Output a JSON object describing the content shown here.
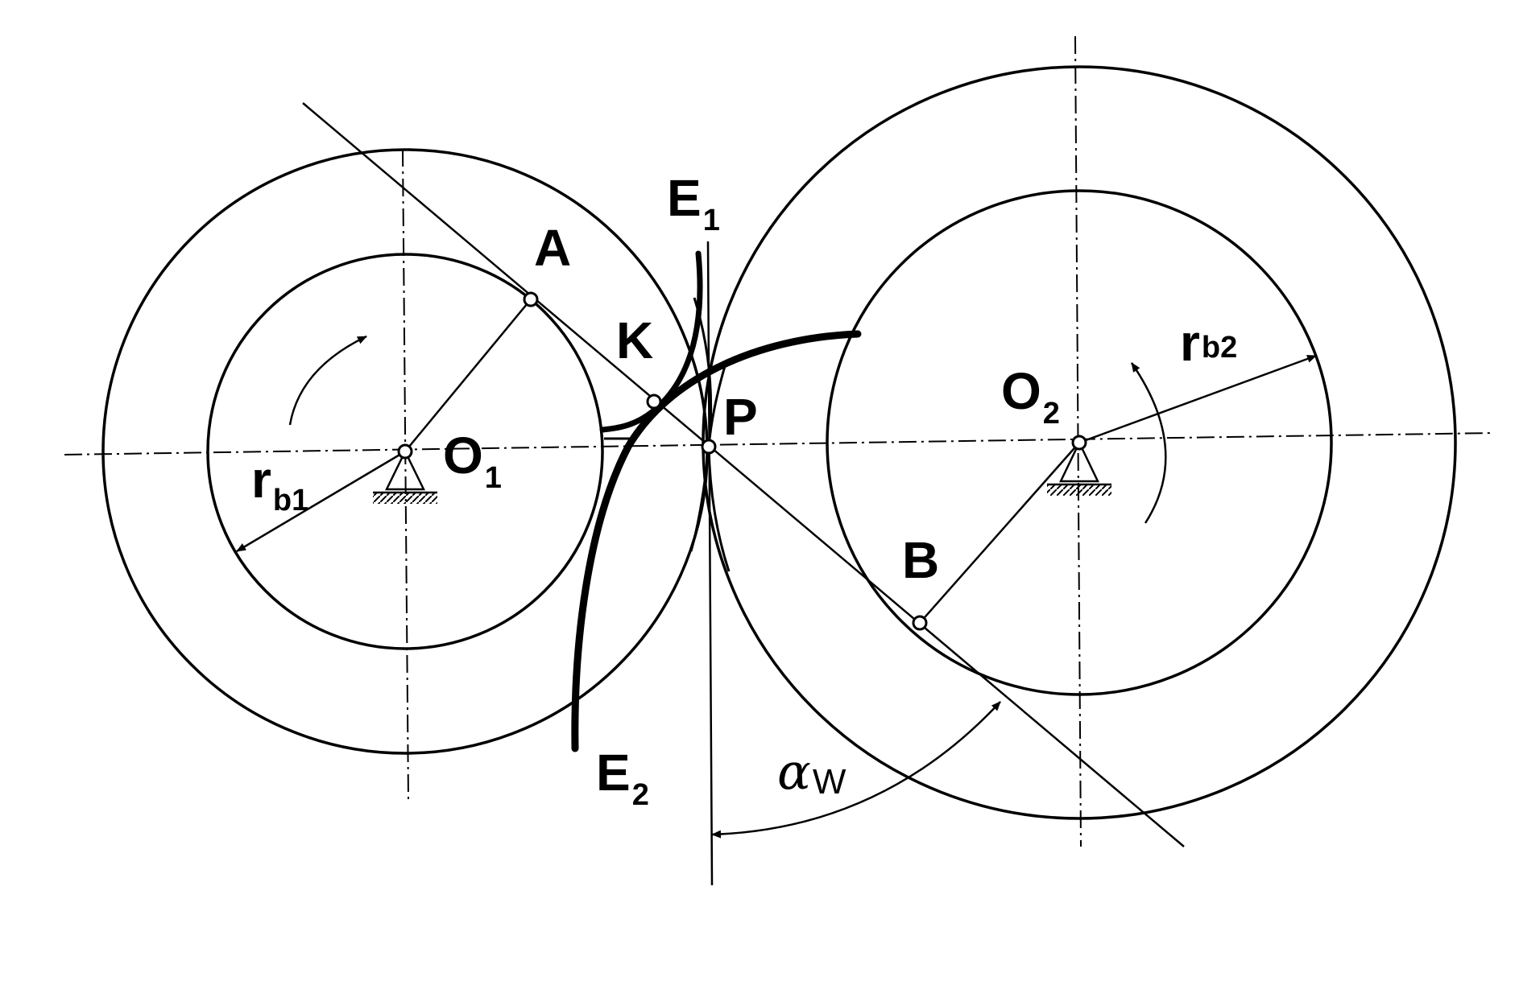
{
  "labels": {
    "A": "A",
    "B": "B",
    "K": "K",
    "P": "P",
    "O1": {
      "main": "O",
      "sub": "1"
    },
    "O2": {
      "main": "O",
      "sub": "2"
    },
    "E1": {
      "main": "E",
      "sub": "1"
    },
    "E2": {
      "main": "E",
      "sub": "2"
    },
    "rb1": {
      "main": "r",
      "sub": "b1"
    },
    "rb2": {
      "main": "r",
      "sub": "b2"
    },
    "aw": {
      "main": "α",
      "sub": "W"
    }
  },
  "colors": {
    "ink": "#000000",
    "background": "#ffffff"
  }
}
